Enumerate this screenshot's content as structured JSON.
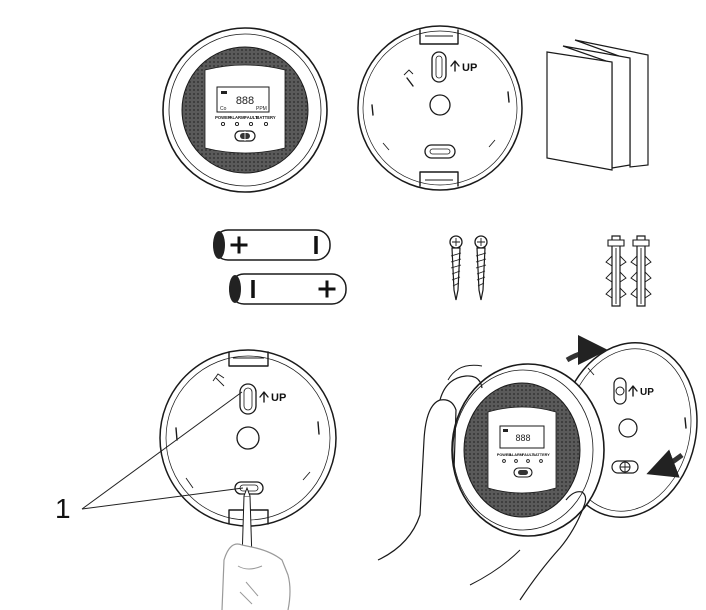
{
  "detector": {
    "display_digits": "888",
    "display_co": "Co",
    "display_ppm": "PPM",
    "indicators": [
      "POWER",
      "ALARM",
      "FAULT",
      "BATTERY"
    ]
  },
  "mounting_plate": {
    "up_label": "UP"
  },
  "callout": {
    "number": "1"
  }
}
